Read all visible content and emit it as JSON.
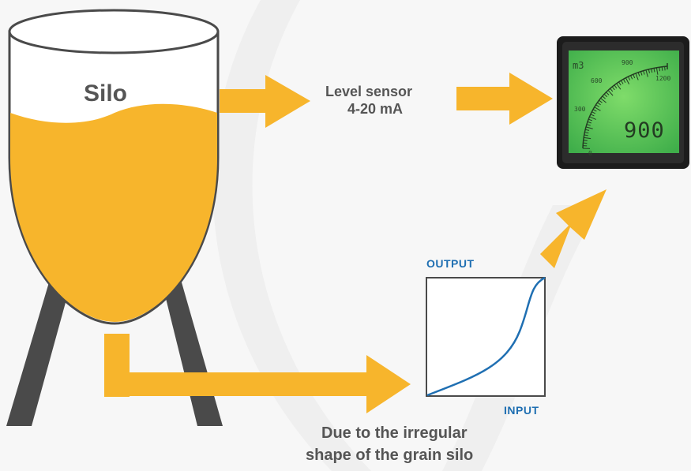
{
  "silo": {
    "label": "Silo"
  },
  "sensor": {
    "line1": "Level sensor",
    "line2": "4-20 mA"
  },
  "curve": {
    "output_label": "OUTPUT",
    "input_label": "INPUT"
  },
  "note": {
    "line1": "Due to the irregular",
    "line2": "shape of the grain silo"
  },
  "display": {
    "unit": "m3",
    "value": "900",
    "scale_ticks": [
      "0",
      "300",
      "600",
      "900",
      "1200"
    ]
  },
  "colors": {
    "arrow": "#f7b52c",
    "grain": "#f7b52c",
    "legs": "#4a4a4a",
    "lcd": "#4fbe5a",
    "bezel": "#1c1c1c",
    "curve": "#1f6fb2",
    "text": "#555555"
  }
}
